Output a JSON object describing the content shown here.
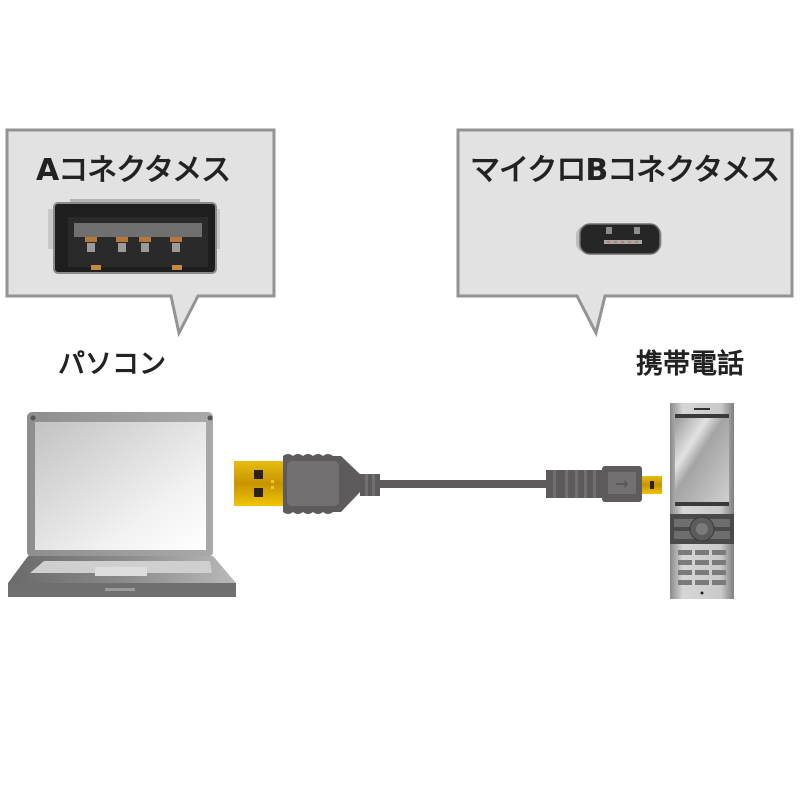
{
  "callouts": [
    {
      "id": "left",
      "title": "Aコネクタメス",
      "connector": "usb-a-female-port"
    },
    {
      "id": "right",
      "title": "マイクロBコネクタメス",
      "connector": "micro-b-female-port"
    }
  ],
  "devices": {
    "pc": {
      "label": "パソコン",
      "icon": "laptop-icon"
    },
    "phone": {
      "label": "携帯電話",
      "icon": "mobile-phone-icon"
    }
  },
  "cable": {
    "left_plug": "usb-a-plug",
    "right_plug": "micro-b-plug",
    "arrow": "→"
  },
  "colors": {
    "bubble_fill": "#e2e2e2",
    "bubble_border": "#939393",
    "plug_gold": "#e0b400",
    "cable_gray": "#5e5b5c",
    "text": "#222222"
  }
}
